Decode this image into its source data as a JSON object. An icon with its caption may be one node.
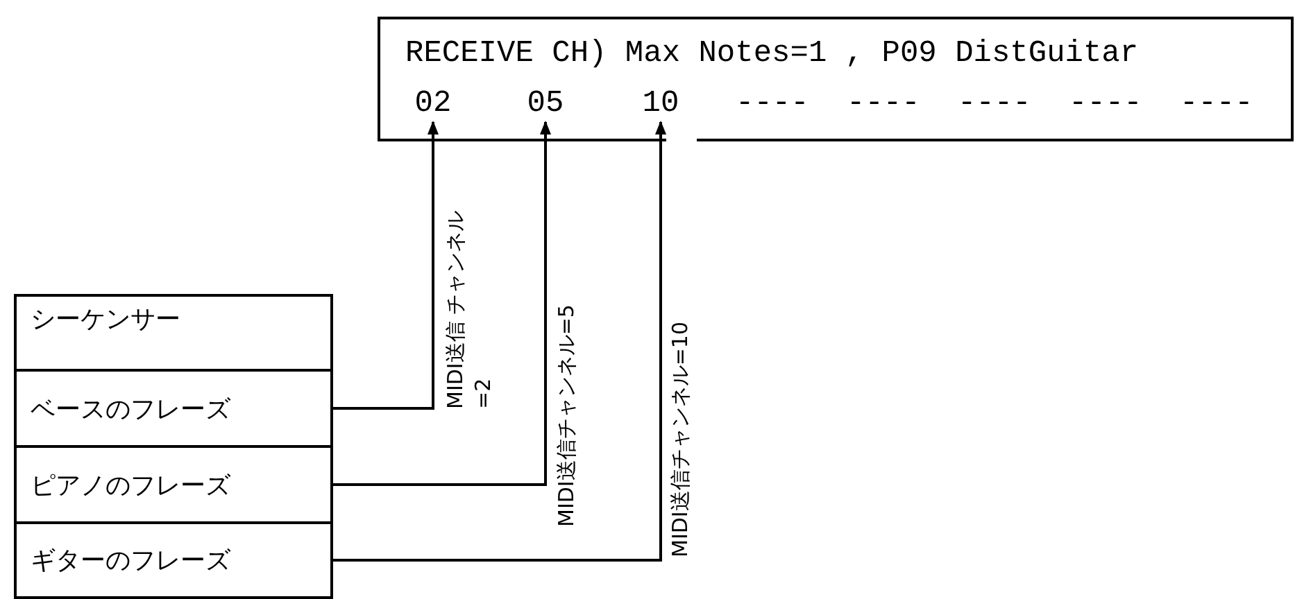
{
  "diagram": {
    "nodes": [
      {
        "text": [
          "RECEIVE CH) Max Notes=1 , P09 DistGuitar"
        ]
      },
      {
        "text": [
          "02"
        ],
        "in": 0
      },
      {
        "text": [
          "05"
        ],
        "in": 0
      },
      {
        "text": [
          "10"
        ],
        "in": 0
      },
      {
        "text": [
          "シーケンサー"
        ]
      },
      {
        "text": [
          "ベースのフレーズ"
        ]
      },
      {
        "text": [
          "ピアノのフレーズ"
        ]
      },
      {
        "text": [
          "ギターのフレーズ"
        ]
      }
    ],
    "edges": [
      {
        "from": 5,
        "to": 1,
        "arrow": "to",
        "label": "MIDI送信 チャンネル=2"
      },
      {
        "from": 6,
        "to": 2,
        "arrow": "to",
        "label": "MIDI送信チャンネル=5"
      },
      {
        "from": 7,
        "to": 3,
        "arrow": "to",
        "label": "MIDI送信チャンネル=10"
      }
    ],
    "labels": [
      "----",
      "----",
      "----",
      "----",
      "----"
    ]
  }
}
